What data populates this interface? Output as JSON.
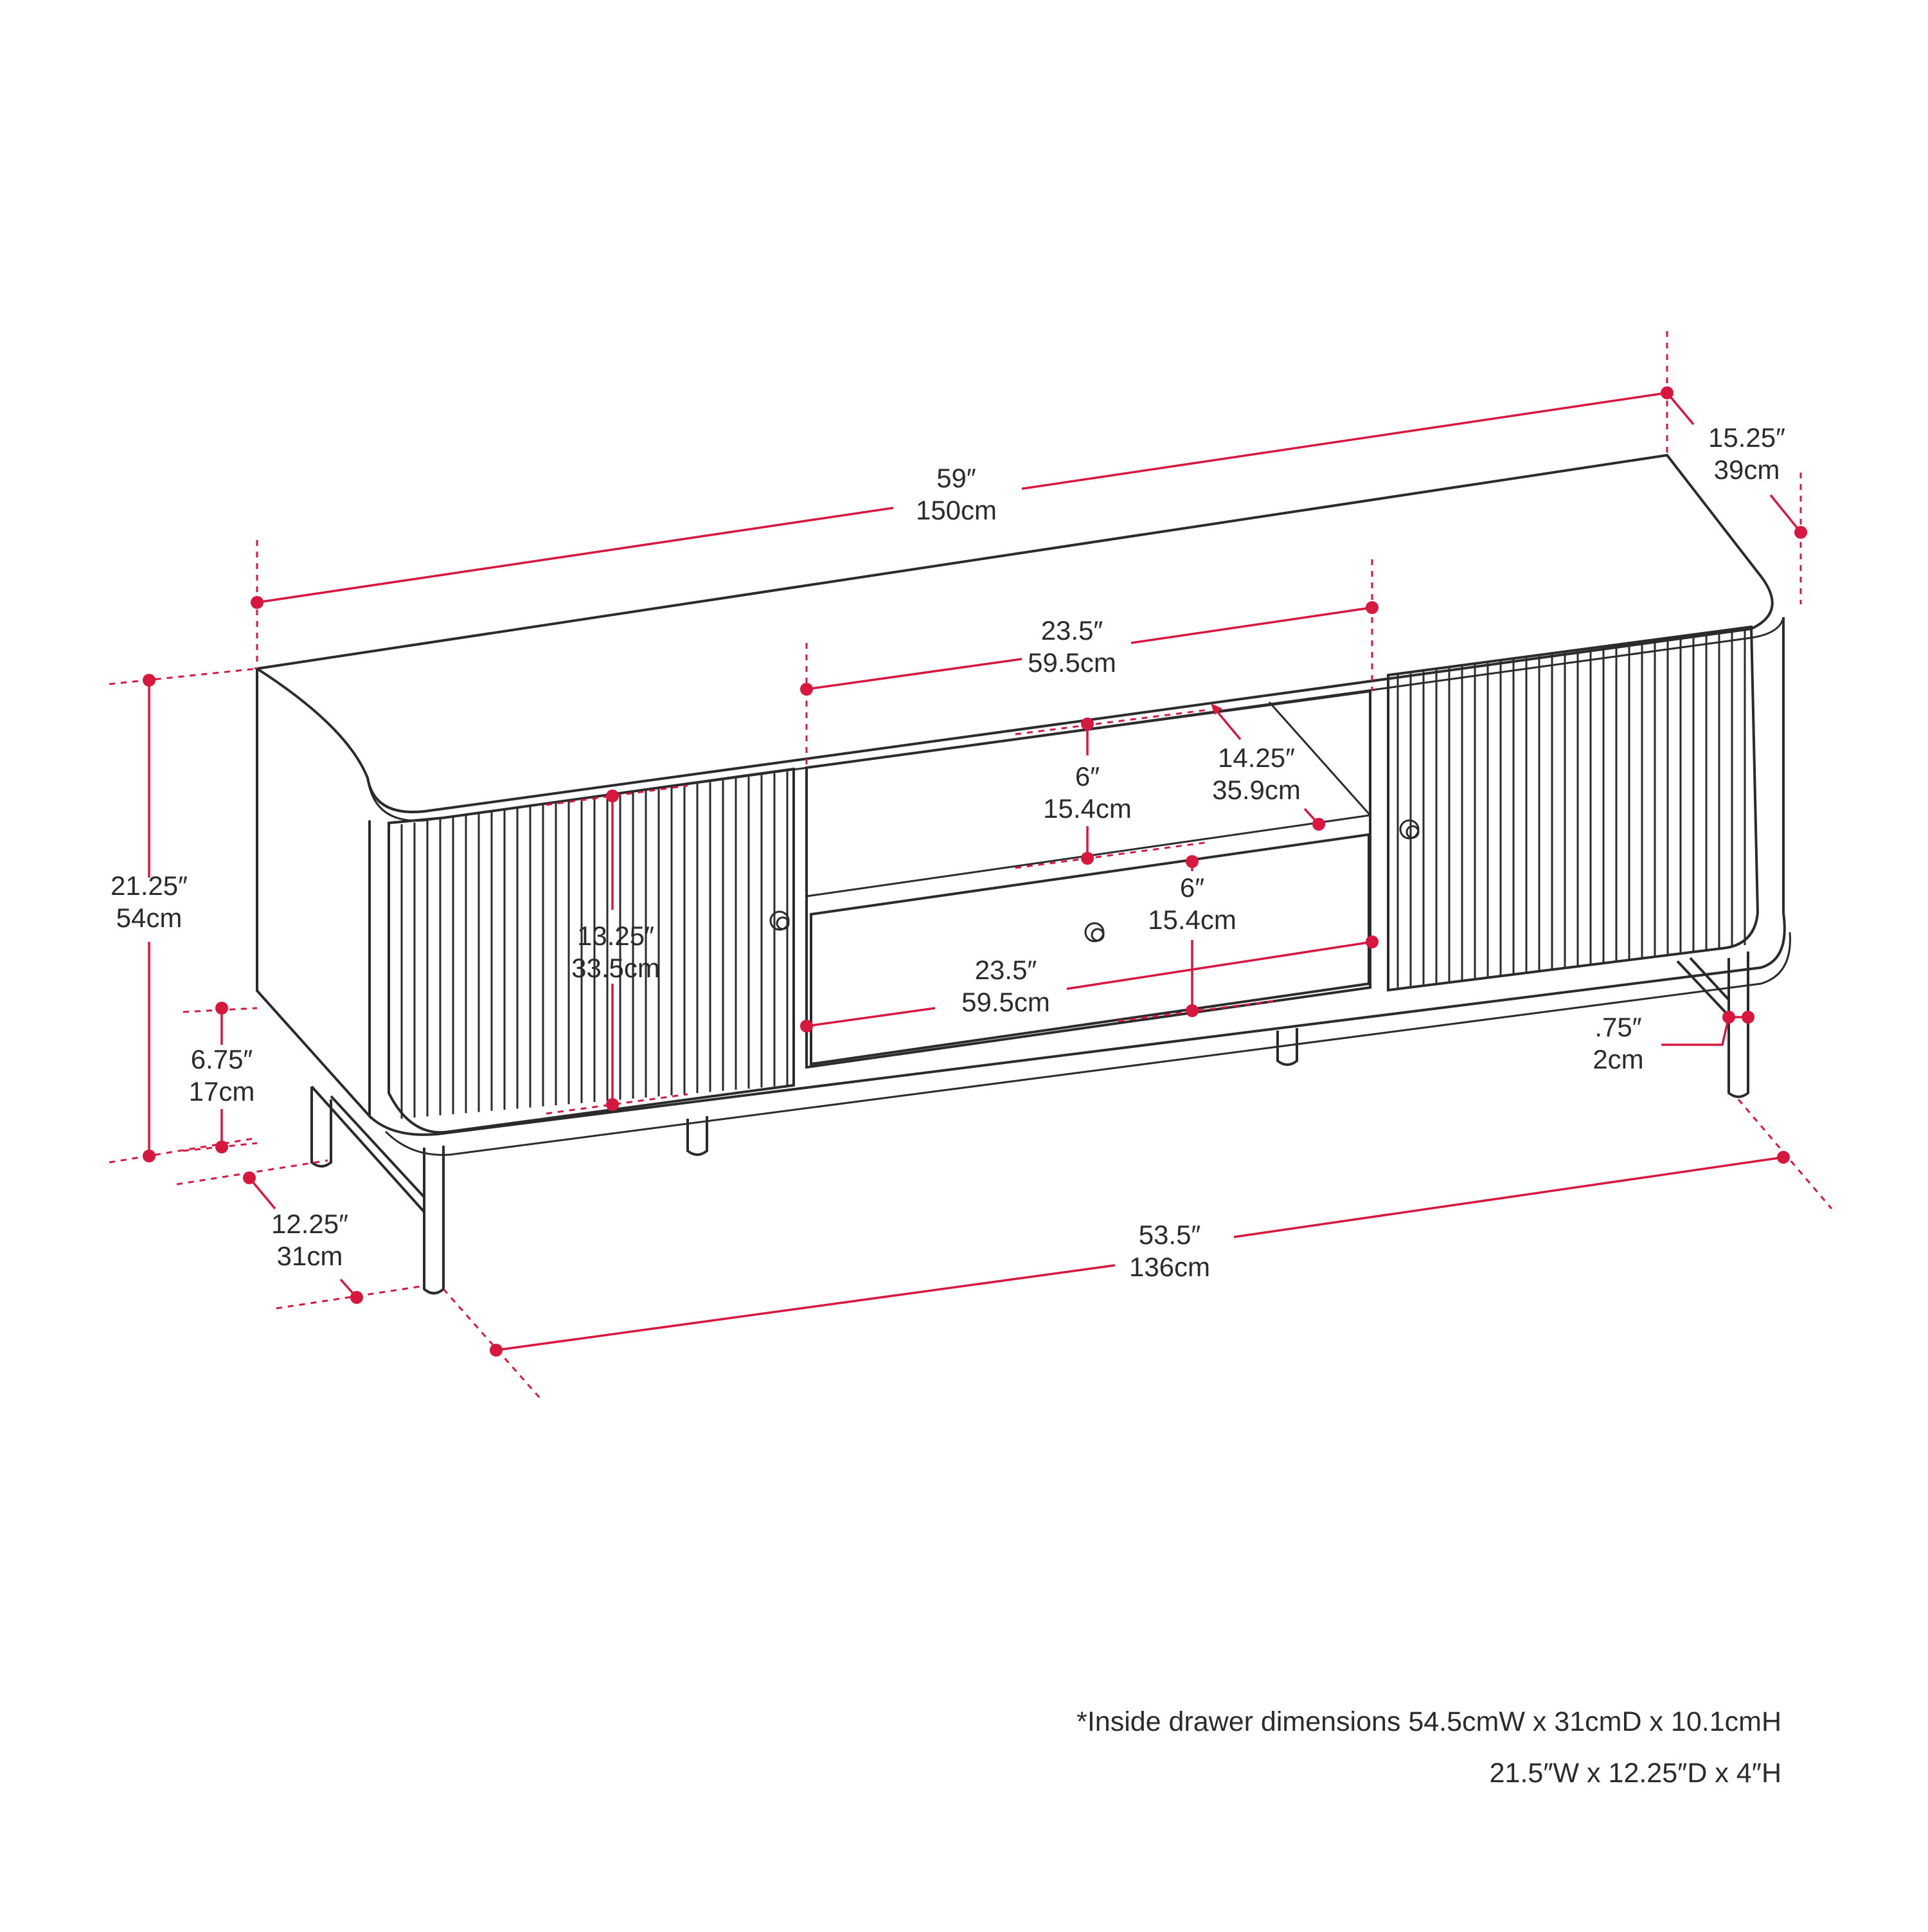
{
  "colors": {
    "dimension": "#d8173f",
    "outline": "#2b2b2b",
    "background": "#ffffff"
  },
  "dimensions": {
    "overall_width": {
      "inch": "59″",
      "cm": "150cm"
    },
    "depth": {
      "inch": "15.25″",
      "cm": "39cm"
    },
    "overall_height": {
      "inch": "21.25″",
      "cm": "54cm"
    },
    "shelf_width": {
      "inch": "23.5″",
      "cm": "59.5cm"
    },
    "shelf_depth": {
      "inch": "14.25″",
      "cm": "35.9cm"
    },
    "shelf_height": {
      "inch": "6″",
      "cm": "15.4cm"
    },
    "drawer_height": {
      "inch": "6″",
      "cm": "15.4cm"
    },
    "drawer_width": {
      "inch": "23.5″",
      "cm": "59.5cm"
    },
    "door_height": {
      "inch": "13.25″",
      "cm": "33.5cm"
    },
    "leg_height": {
      "inch": "6.75″",
      "cm": "17cm"
    },
    "leg_depth": {
      "inch": "12.25″",
      "cm": "31cm"
    },
    "leg_span": {
      "inch": "53.5″",
      "cm": "136cm"
    },
    "leg_thickness": {
      "inch": ".75″",
      "cm": "2cm"
    }
  },
  "notes": {
    "inside_drawer_line1": "*Inside drawer dimensions 54.5cmW x 31cmD x 10.1cmH",
    "inside_drawer_line2": "21.5″W x 12.25″D x 4″H"
  }
}
